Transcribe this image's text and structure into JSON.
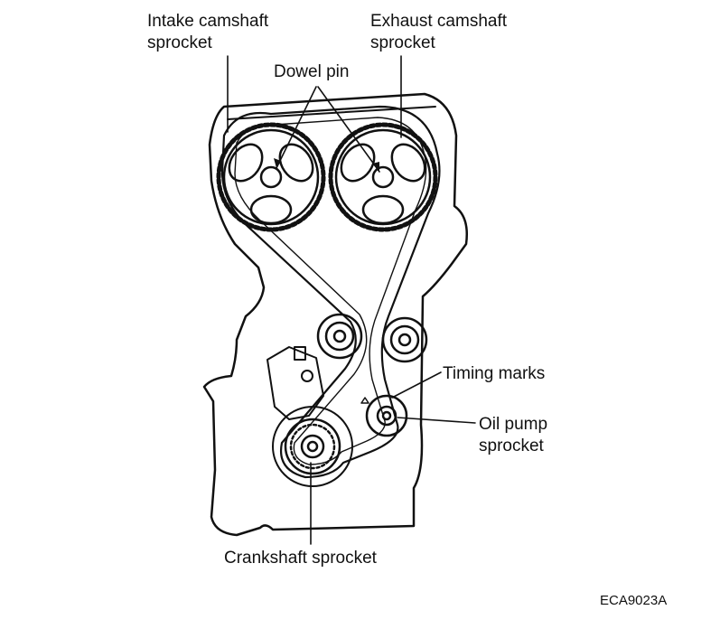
{
  "labels": {
    "intake_line1": "Intake camshaft",
    "intake_line2": "sprocket",
    "exhaust_line1": "Exhaust camshaft",
    "exhaust_line2": "sprocket",
    "dowel_pin": "Dowel pin",
    "timing_marks": "Timing marks",
    "oil_pump_line1": "Oil pump",
    "oil_pump_line2": "sprocket",
    "crankshaft": "Crankshaft sprocket"
  },
  "figure_code": "ECA9023A"
}
